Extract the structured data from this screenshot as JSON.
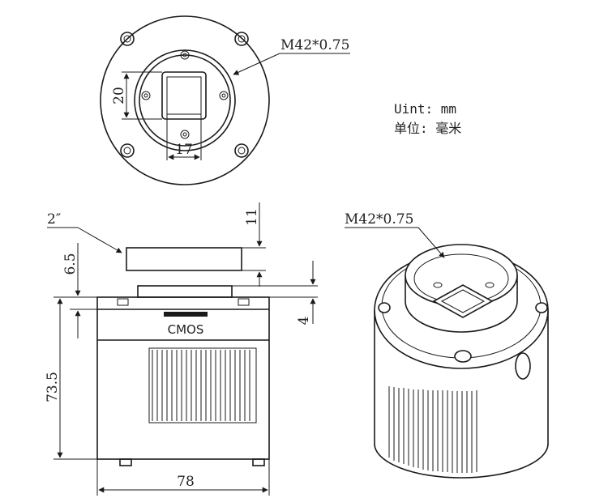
{
  "top_view": {
    "thread_label": "M42*0.75",
    "dim_height": "20",
    "dim_width": "17"
  },
  "units": {
    "line1": "Uint: mm",
    "line2": "单位: 毫米"
  },
  "side_view": {
    "filter_size": "2″",
    "dim_top": "11",
    "dim_sensor_offset": "6.5",
    "dim_flange": "4",
    "dim_body_height": "73.5",
    "dim_body_width": "78",
    "sensor_label": "CMOS"
  },
  "iso_view": {
    "thread_label": "M42*0.75"
  }
}
